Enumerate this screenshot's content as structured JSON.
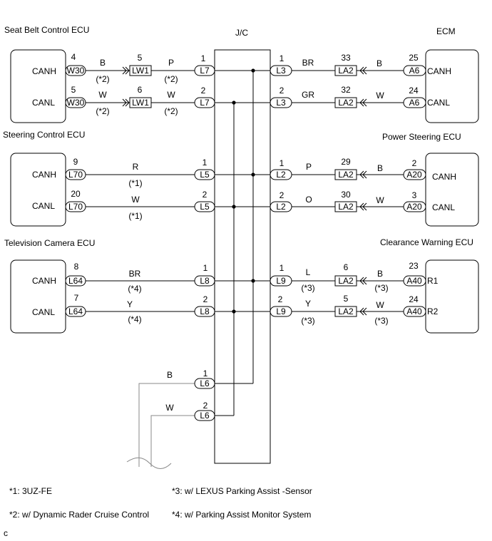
{
  "titles": {
    "jc": "J/C",
    "seat_belt_ecu": "Seat Belt Control ECU",
    "ecm": "ECM",
    "steering_control_ecu": "Steering Control ECU",
    "power_steering_ecu": "Power Steering ECU",
    "tv_camera_ecu": "Television Camera ECU",
    "clearance_warning_ecu": "Clearance Warning ECU"
  },
  "pins": {
    "canh": "CANH",
    "canl": "CANL",
    "r1": "R1",
    "r2": "R2"
  },
  "left_rows": [
    {
      "ecu_pin": "4",
      "ecu_conn": "W30",
      "mid_pin": "5",
      "mid_conn": "LW1",
      "color1": "B",
      "note1": "(*2)",
      "color2": "P",
      "note2": "(*2)",
      "jc_pin": "1",
      "jc_conn": "L7"
    },
    {
      "ecu_pin": "5",
      "ecu_conn": "W30",
      "mid_pin": "6",
      "mid_conn": "LW1",
      "color1": "W",
      "note1": "(*2)",
      "color2": "W",
      "note2": "(*2)",
      "jc_pin": "2",
      "jc_conn": "L7"
    },
    {
      "ecu_pin": "9",
      "ecu_conn": "L70",
      "color": "R",
      "note": "(*1)",
      "jc_pin": "1",
      "jc_conn": "L5"
    },
    {
      "ecu_pin": "20",
      "ecu_conn": "L70",
      "color": "W",
      "note": "(*1)",
      "jc_pin": "2",
      "jc_conn": "L5"
    },
    {
      "ecu_pin": "8",
      "ecu_conn": "L64",
      "color": "BR",
      "note": "(*4)",
      "jc_pin": "1",
      "jc_conn": "L8"
    },
    {
      "ecu_pin": "7",
      "ecu_conn": "L64",
      "color": "Y",
      "note": "(*4)",
      "jc_pin": "2",
      "jc_conn": "L8"
    }
  ],
  "right_rows": [
    {
      "jc_pin": "1",
      "jc_conn": "L3",
      "color1": "BR",
      "note1": "",
      "mid_pin": "33",
      "mid_conn": "LA2",
      "color2": "B",
      "note2": "",
      "ecu_pin": "25",
      "ecu_conn": "A6"
    },
    {
      "jc_pin": "2",
      "jc_conn": "L3",
      "color1": "GR",
      "note1": "",
      "mid_pin": "32",
      "mid_conn": "LA2",
      "color2": "W",
      "note2": "",
      "ecu_pin": "24",
      "ecu_conn": "A6"
    },
    {
      "jc_pin": "1",
      "jc_conn": "L2",
      "color1": "P",
      "note1": "",
      "mid_pin": "29",
      "mid_conn": "LA2",
      "color2": "B",
      "note2": "",
      "ecu_pin": "2",
      "ecu_conn": "A20"
    },
    {
      "jc_pin": "2",
      "jc_conn": "L2",
      "color1": "O",
      "note1": "",
      "mid_pin": "30",
      "mid_conn": "LA2",
      "color2": "W",
      "note2": "",
      "ecu_pin": "3",
      "ecu_conn": "A20"
    },
    {
      "jc_pin": "1",
      "jc_conn": "L9",
      "color1": "L",
      "note1": "(*3)",
      "mid_pin": "6",
      "mid_conn": "LA2",
      "color2": "B",
      "note2": "(*3)",
      "ecu_pin": "23",
      "ecu_conn": "A40"
    },
    {
      "jc_pin": "2",
      "jc_conn": "L9",
      "color1": "Y",
      "note1": "(*3)",
      "mid_pin": "5",
      "mid_conn": "LA2",
      "color2": "W",
      "note2": "(*3)",
      "ecu_pin": "24",
      "ecu_conn": "A40"
    }
  ],
  "bottom": [
    {
      "color": "B",
      "jc_pin": "1",
      "jc_conn": "L6"
    },
    {
      "color": "W",
      "jc_pin": "2",
      "jc_conn": "L6"
    }
  ],
  "footnotes": {
    "n1": "*1: 3UZ-FE",
    "n2": "*2: w/ Dynamic Rader Cruise Control",
    "n3": "*3: w/ LEXUS Parking Assist -Sensor",
    "n4": "*4: w/ Parking Assist Monitor System"
  },
  "corner_mark": "c"
}
